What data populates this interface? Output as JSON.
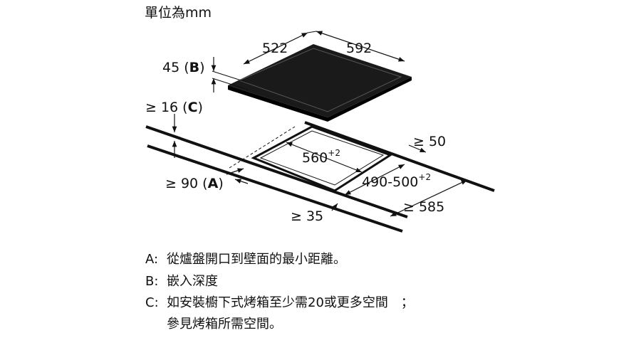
{
  "unit_label": "單位為mm",
  "dimensions": {
    "hob_depth": "522",
    "hob_width": "592",
    "depth_b_value": "45 (",
    "depth_b_letter": "B",
    "depth_b_close": ")",
    "gap_c_value": "≥ 16 (",
    "gap_c_letter": "C",
    "gap_c_close": ")",
    "wall_a_value": "≥ 90 (",
    "wall_a_letter": "A",
    "wall_a_close": ")",
    "cutout_width": "560",
    "cutout_width_tol": "+2",
    "cutout_depth": "490-500",
    "cutout_depth_tol": "+2",
    "side_min": "≥ 50",
    "front_min": "≥ 35",
    "counter_depth_min": "≥ 585"
  },
  "notes": [
    {
      "key": "A:",
      "text": "從爐盤開口到壁面的最小距離。"
    },
    {
      "key": "B:",
      "text": "嵌入深度"
    },
    {
      "key": "C:",
      "text": "如安裝櫥下式烤箱至少需20或更多空間　；"
    },
    {
      "key": "",
      "text": "參見烤箱所需空間。"
    }
  ]
}
